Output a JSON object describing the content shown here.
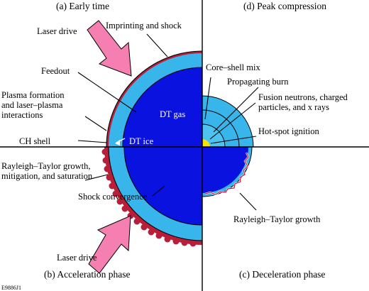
{
  "titles": {
    "q1": "(a) Early time",
    "q2": "(d) Peak compression",
    "q3": "(b) Acceleration phase",
    "q4": "(c) Deceleration phase"
  },
  "labels": {
    "laser_drive_top": "Laser drive",
    "imprinting": "Imprinting and shock",
    "feedout": "Feedout",
    "plasma_line1": "Plasma formation",
    "plasma_line2": "and laser–plasma",
    "plasma_line3": "interactions",
    "ch_shell": "CH shell",
    "dt_ice": "DT ice",
    "dt_gas": "DT gas",
    "rt_line1": "Rayleigh–Taylor growth,",
    "rt_line2": "mitigation, and saturation",
    "shock_convergence": "Shock convergence",
    "laser_drive_bottom": "Laser drive",
    "core_shell_mix": "Core–shell mix",
    "propagating_burn": "Propagating burn",
    "fusion_line1": "Fusion neutrons, charged",
    "fusion_line2": "particles, and x rays",
    "hot_spot": "Hot-spot ignition",
    "rt_growth": "Rayleigh–Taylor growth"
  },
  "figure_code": "E9886J1",
  "colors": {
    "dt_gas": "#0a12e0",
    "dt_ice": "#38b6ec",
    "ch_shell": "#b81e3a",
    "laser_arrow": "#f47fb0",
    "hot_spot": "#f5e400"
  }
}
